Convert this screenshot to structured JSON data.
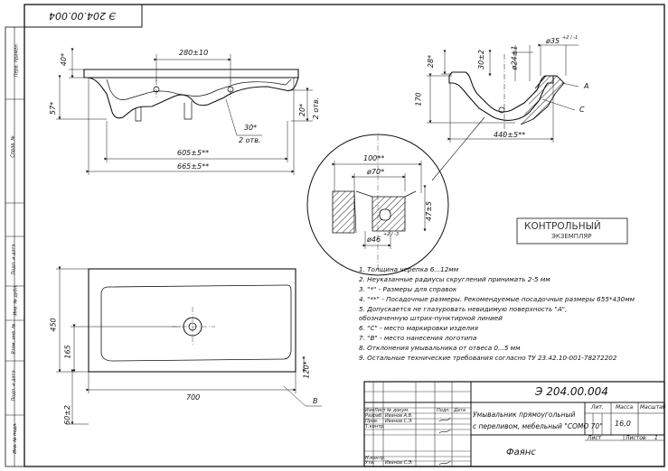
{
  "document": {
    "top_stamp": "Э 204.00.004",
    "designation": "Э 204.00.004",
    "title_line1": "Умывальник прямоугольный",
    "title_line2": "с переливом, мебельный \"СОМО 70\"",
    "material": "Фаянс",
    "mass": "16,0",
    "sheet_label": "Лист",
    "sheets_label": "Листов",
    "sheets_count": "1",
    "lit_label": "Лит.",
    "mass_label": "Масса",
    "scale_label": "Масштаб"
  },
  "stamp": {
    "line1": "КОНТРОЛЬНЫЙ",
    "line2": "ЭКЗЕМПЛЯР"
  },
  "left_margin": {
    "perv_primen": "Перв. примен.",
    "sprav": "Справ. №",
    "podp_data1": "Подп. и дата",
    "inv_dubl": "Инв. № дубл.",
    "vzam_inv": "Взам. инв. №",
    "podp_data2": "Подп. и дата",
    "inv_podl": "Инв. № подл."
  },
  "title_block": {
    "izm": "Изм",
    "list": "Лист",
    "n_dokum": "№ докум.",
    "podp": "Подп.",
    "data": "Дата",
    "razrab": "Разраб.",
    "razrab_name": "Иванов А.В.",
    "prov": "Пров.",
    "prov_name": "Иванов С.Э.",
    "tkontr": "Т.контр.",
    "nkontr": "Н.контр.",
    "utv": "Утв.",
    "utv_name": "Иванов С.Э."
  },
  "dimensions": {
    "d280": "280±10",
    "d40": "40*",
    "d57": "57*",
    "d20": "20*",
    "d2otv_a": "2 отв.",
    "d30": "30*",
    "d2otv_b": "2 отв.",
    "d605": "605±5**",
    "d665": "665±5**",
    "d28": "28*",
    "d30_2": "30±2",
    "d24": "ø24±1",
    "d35": "ø35",
    "d35_tol": "+2 / -1",
    "d170": "170",
    "label_a": "А",
    "label_c": "С",
    "d440": "440±5**",
    "d100": "100**",
    "d70": "ø70*",
    "d47": "47±5",
    "d46": "ø46",
    "d46_tol": "+2 / -3",
    "d450": "450",
    "d165": "165",
    "d120": "120*",
    "d700": "700",
    "d60": "60±2",
    "label_b": "В"
  },
  "notes": [
    "1. Толщина черепка 6...12мм",
    "2. Неуказанные радиусы скруглений принимать 2-5 мм",
    "3. \"*\" - Размеры для справок",
    "4. \"**\" - Посадочные размеры. Рекомендуемые посадочные размеры 655*430мм",
    "5. Допускается не глазуровать невидимую поверхность \"А\",",
    "обозначенную штрих-пунктирной линией",
    "6. \"С\" - место маркировки изделия",
    "7. \"В\" - место нанесения логотипа",
    "8. Отклонения умывальника от отвеса 0...5 мм",
    "9. Остальные технические требования согласно ТУ 23.42.10-001-78272202"
  ]
}
